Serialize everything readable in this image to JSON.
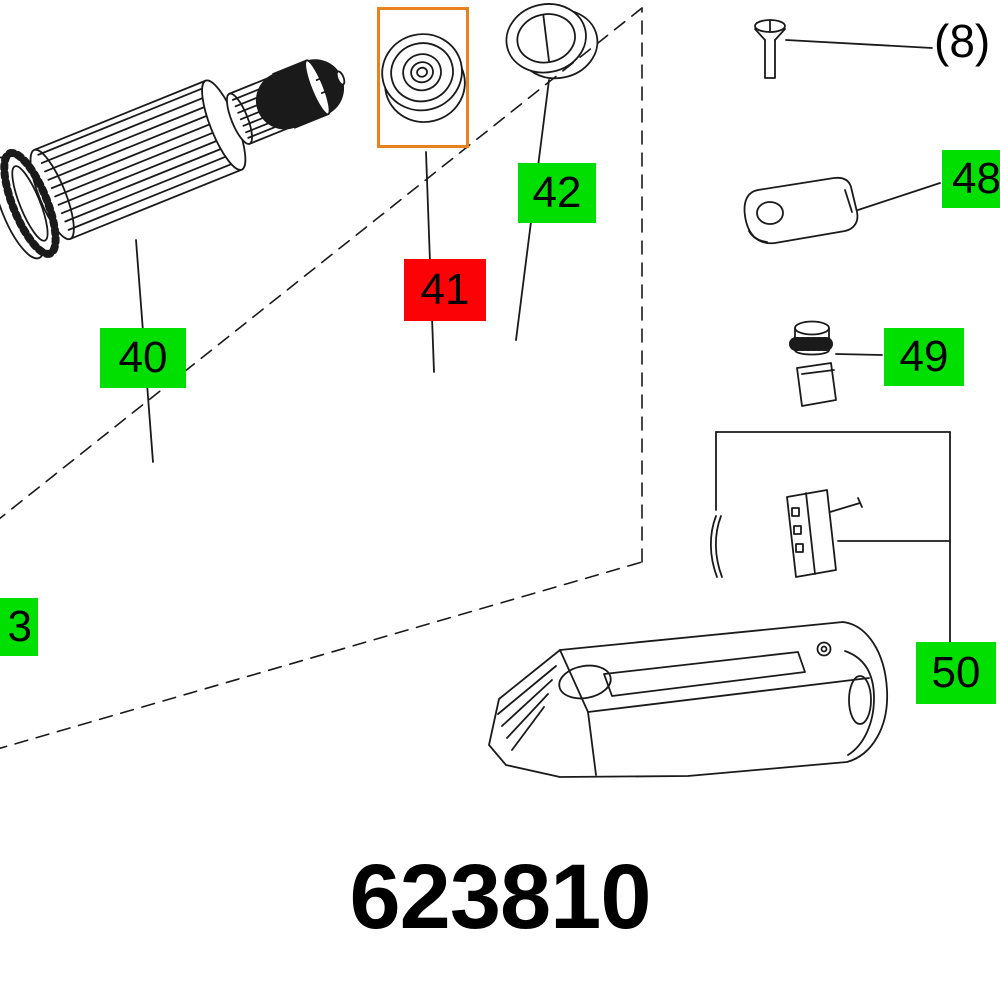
{
  "drawing_number": "623810",
  "notes": {
    "screw_qty": "(8)"
  },
  "colors": {
    "label-green": "#00df00",
    "label-red": "#fb0207",
    "highlight-orange": "#e8821e",
    "line": "#1a1a1a"
  },
  "labels": {
    "armature": {
      "text": "40"
    },
    "bearing": {
      "text": "41",
      "highlighted": true
    },
    "sleeve": {
      "text": "42"
    },
    "left_partial": {
      "text": "3"
    },
    "cover_plate": {
      "text": "48"
    },
    "brush_cap": {
      "text": "49"
    },
    "carbon_brush": {
      "text": "50"
    }
  },
  "parts": {
    "armature": "armature-assembly",
    "bearing": "ball-bearing",
    "sleeve": "bearing-sleeve",
    "screw": "countersunk-screw",
    "cover_plate": "cover-plate",
    "brush_cap": "brush-holder-cap",
    "carbon_brush": "carbon-brush-holder",
    "housing": "motor-housing"
  }
}
